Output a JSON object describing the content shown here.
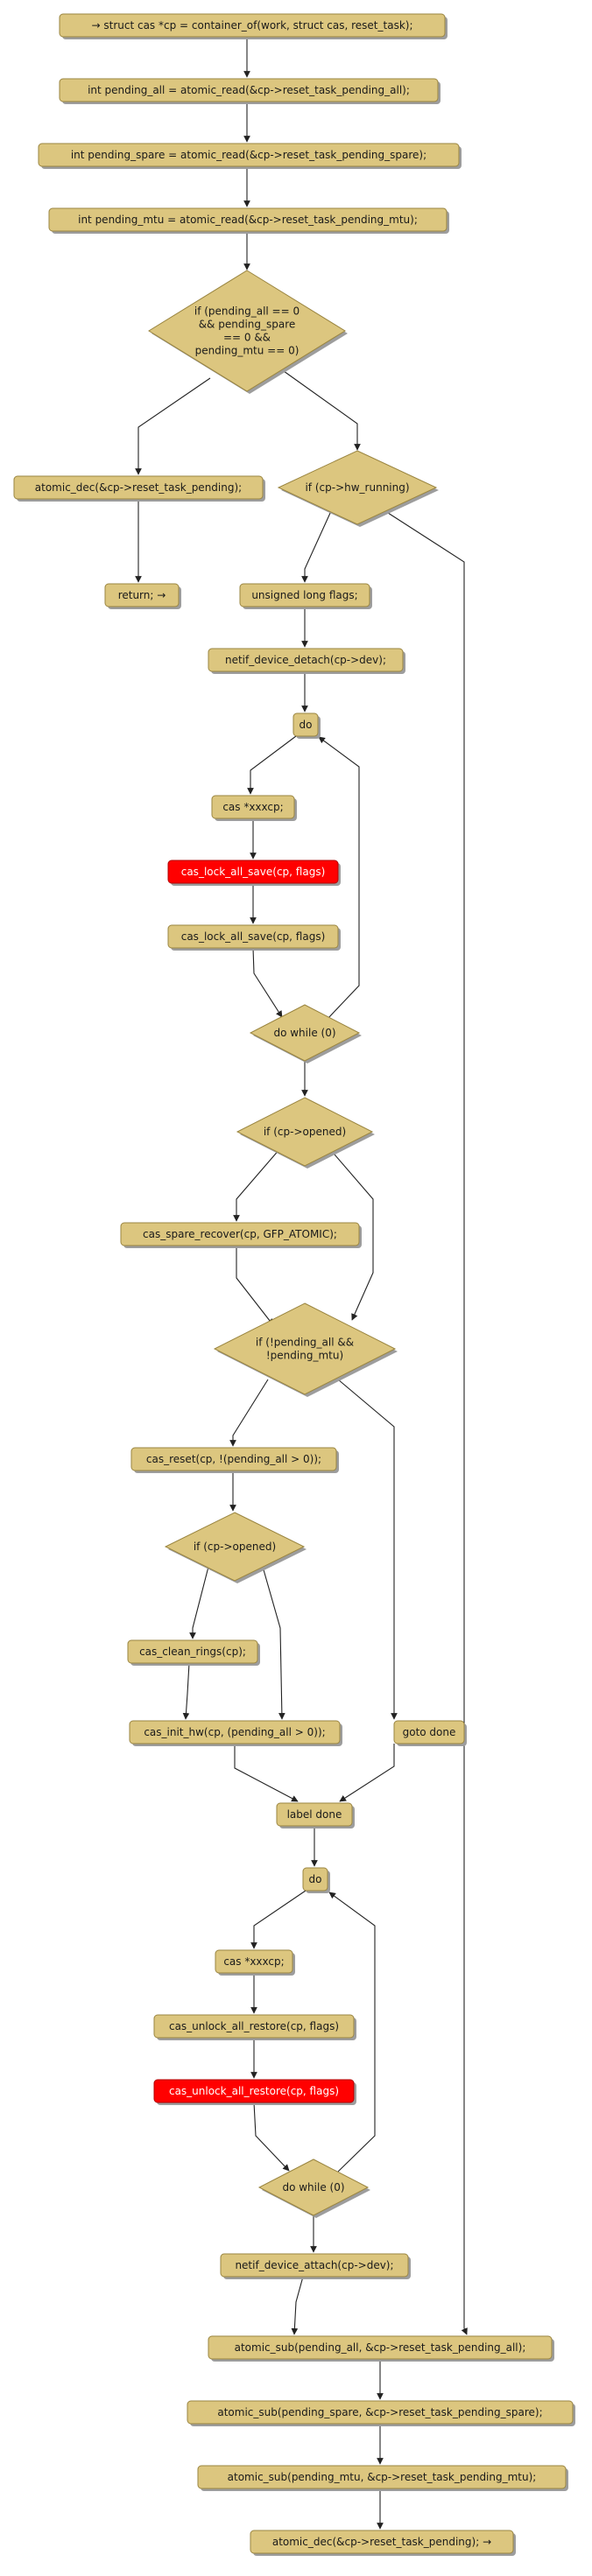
{
  "colors": {
    "box_fill": "#dcc67f",
    "box_stroke": "#9a8540",
    "alert_fill": "#ff0000",
    "alert_stroke": "#b00000",
    "edge": "#222222",
    "shadow": "#9d9d9d"
  },
  "nodes": {
    "n01": {
      "kind": "box",
      "lines": [
        "→ struct cas *cp = container_of(work, struct cas, reset_task);"
      ]
    },
    "n02": {
      "kind": "box",
      "lines": [
        "int pending_all = atomic_read(&cp->reset_task_pending_all);"
      ]
    },
    "n03": {
      "kind": "box",
      "lines": [
        "int pending_spare = atomic_read(&cp->reset_task_pending_spare);"
      ]
    },
    "n04": {
      "kind": "box",
      "lines": [
        "int pending_mtu = atomic_read(&cp->reset_task_pending_mtu);"
      ]
    },
    "n05": {
      "kind": "diamond",
      "lines": [
        "if (pending_all == 0",
        "&& pending_spare",
        "== 0 &&",
        "pending_mtu == 0)"
      ]
    },
    "n06": {
      "kind": "box",
      "lines": [
        "atomic_dec(&cp->reset_task_pending);"
      ]
    },
    "n07": {
      "kind": "diamond",
      "lines": [
        "if (cp->hw_running)"
      ]
    },
    "n08": {
      "kind": "box",
      "lines": [
        "return; →"
      ]
    },
    "n09": {
      "kind": "box",
      "lines": [
        "unsigned long flags;"
      ]
    },
    "n10": {
      "kind": "box",
      "lines": [
        "netif_device_detach(cp->dev);"
      ]
    },
    "n11": {
      "kind": "box",
      "lines": [
        "do"
      ]
    },
    "n12": {
      "kind": "box",
      "lines": [
        "cas *xxxcp;"
      ]
    },
    "n13": {
      "kind": "alert",
      "lines": [
        "cas_lock_all_save(cp, flags)"
      ]
    },
    "n14": {
      "kind": "box",
      "lines": [
        "cas_lock_all_save(cp, flags)"
      ]
    },
    "n15": {
      "kind": "diamond",
      "lines": [
        "do while (0)"
      ]
    },
    "n16": {
      "kind": "diamond",
      "lines": [
        "if (cp->opened)"
      ]
    },
    "n17": {
      "kind": "box",
      "lines": [
        "cas_spare_recover(cp, GFP_ATOMIC);"
      ]
    },
    "n18": {
      "kind": "diamond",
      "lines": [
        "if (!pending_all &&",
        "!pending_mtu)"
      ]
    },
    "n19": {
      "kind": "box",
      "lines": [
        "cas_reset(cp, !(pending_all > 0));"
      ]
    },
    "n20": {
      "kind": "diamond",
      "lines": [
        "if (cp->opened)"
      ]
    },
    "n21": {
      "kind": "box",
      "lines": [
        "cas_clean_rings(cp);"
      ]
    },
    "n22": {
      "kind": "box",
      "lines": [
        "cas_init_hw(cp, (pending_all > 0));"
      ]
    },
    "n23": {
      "kind": "box",
      "lines": [
        "goto done"
      ]
    },
    "n24": {
      "kind": "box",
      "lines": [
        "label done"
      ]
    },
    "n25": {
      "kind": "box",
      "lines": [
        "do"
      ]
    },
    "n26": {
      "kind": "box",
      "lines": [
        "cas *xxxcp;"
      ]
    },
    "n27": {
      "kind": "box",
      "lines": [
        "cas_unlock_all_restore(cp, flags)"
      ]
    },
    "n28": {
      "kind": "alert",
      "lines": [
        "cas_unlock_all_restore(cp, flags)"
      ]
    },
    "n29": {
      "kind": "diamond",
      "lines": [
        "do while (0)"
      ]
    },
    "n30": {
      "kind": "box",
      "lines": [
        "netif_device_attach(cp->dev);"
      ]
    },
    "n31": {
      "kind": "box",
      "lines": [
        "atomic_sub(pending_all, &cp->reset_task_pending_all);"
      ]
    },
    "n32": {
      "kind": "box",
      "lines": [
        "atomic_sub(pending_spare, &cp->reset_task_pending_spare);"
      ]
    },
    "n33": {
      "kind": "box",
      "lines": [
        "atomic_sub(pending_mtu, &cp->reset_task_pending_mtu);"
      ]
    },
    "n34": {
      "kind": "box",
      "lines": [
        "atomic_dec(&cp->reset_task_pending); →"
      ]
    }
  }
}
